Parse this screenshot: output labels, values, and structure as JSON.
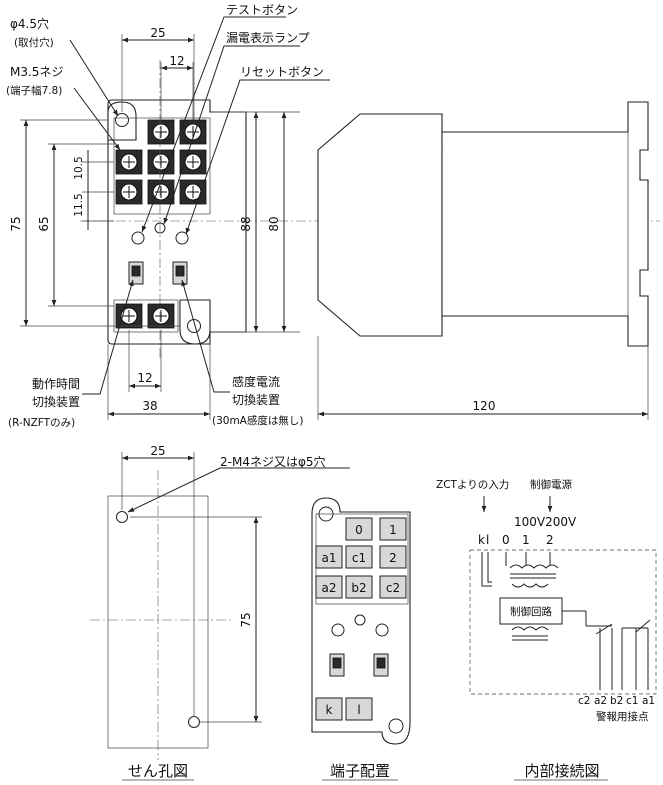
{
  "top_view": {
    "dim_25": "25",
    "dim_12_top": "12",
    "dim_75": "75",
    "dim_65": "65",
    "dim_11_5": "11.5",
    "dim_10_5": "10.5",
    "dim_88": "88",
    "dim_80": "80",
    "dim_12_bottom": "12",
    "dim_38": "38",
    "dim_120": "120",
    "hole_label": "φ4.5穴",
    "hole_sub": "(取付穴)",
    "screw_label": "M3.5ネジ",
    "screw_sub": "(端子幅7.8)",
    "test_button": "テストボタン",
    "leak_lamp": "漏電表示ランプ",
    "reset_button": "リセットボタン",
    "op_time_switch_1": "動作時間",
    "op_time_switch_2": "切換装置",
    "op_time_note": "(R-NZFTのみ)",
    "sens_switch_1": "感度電流",
    "sens_switch_2": "切換装置",
    "sens_note": "(30mA感度は無し)"
  },
  "drill": {
    "title": "せん孔図",
    "dim_25": "25",
    "dim_75": "75",
    "hole_note": "2-M4ネジ又はφ5穴"
  },
  "terminals": {
    "title": "端子配置",
    "row1": [
      "0",
      "1"
    ],
    "row2": [
      "a1",
      "c1",
      "2"
    ],
    "row3": [
      "a2",
      "b2",
      "c2"
    ],
    "bottom": [
      "k",
      "l"
    ]
  },
  "wiring": {
    "title": "内部接続図",
    "zct_input": "ZCTよりの入力",
    "control_power": "制御電源",
    "voltage": "100V200V",
    "pins": [
      "k",
      "l",
      "0",
      "1",
      "2"
    ],
    "control_circuit": "制御回路",
    "outputs": [
      "c2",
      "a2",
      "b2",
      "c1",
      "a1"
    ],
    "alarm_contacts": "警報用接点"
  }
}
